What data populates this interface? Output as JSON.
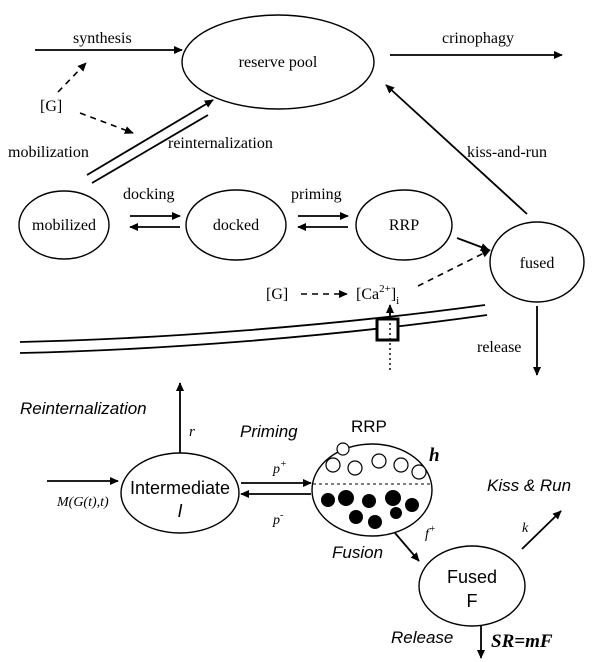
{
  "top": {
    "synthesis": "synthesis",
    "reserve_pool": "reserve pool",
    "crinophagy": "crinophagy",
    "glucose": "[G]",
    "mobilization": "mobilization",
    "reinternalization": "reinternalization",
    "kiss_and_run": "kiss-and-run",
    "mobilized": "mobilized",
    "docking": "docking",
    "docked": "docked",
    "priming": "priming",
    "rrp": "RRP",
    "fused": "fused",
    "glucose2": "[G]",
    "calcium_base": "[Ca",
    "calcium_sup": "2+",
    "calcium_close": "]",
    "calcium_sub": "i",
    "release": "release"
  },
  "bottom": {
    "reinternalization": "Reinternalization",
    "r": "r",
    "priming": "Priming",
    "rrp": "RRP",
    "h": "h",
    "input": "M(G(t),t)",
    "intermediate": "Intermediate",
    "intermediate_symbol": "I",
    "p_plus_base": "p",
    "p_plus_sup": "+",
    "p_minus_base": "p",
    "p_minus_sup": "-",
    "fusion": "Fusion",
    "f_plus_base": "f",
    "f_plus_sup": "+",
    "kiss_run": "Kiss & Run",
    "k": "k",
    "fused": "Fused",
    "fused_symbol": "F",
    "release": "Release",
    "secretion_rate": "SR=mF"
  }
}
